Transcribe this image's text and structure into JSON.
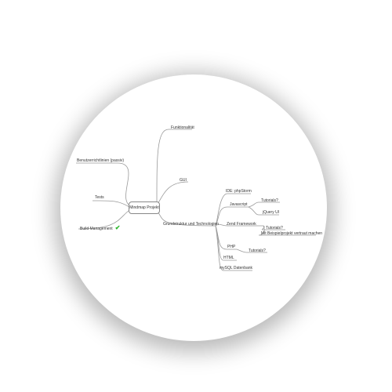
{
  "mindmap": {
    "root": "Mindmap Projekt",
    "nodes": {
      "funktionalitat": "Funktionalität",
      "benutzerrichtlinien": "Benutzerrichtlinien (passiv)",
      "gui": "GUI",
      "tests": "Tests",
      "grundstruktur": "Grundstruktur und Technologien",
      "build_management": "Build Management",
      "ide": "IDE: phpStorm",
      "javascript": "Javascript",
      "js_tutorials": "Tutorials?",
      "jquery_ui": "jQuery UI",
      "zend_framework": "Zend Framework",
      "zend_tutorials": "Tutorials?",
      "beispielprojekt": "Mit Beispielprojekt vertraut machen",
      "php": "PHP",
      "php_tutorials": "Tutorials?",
      "html": "HTML",
      "mysql": "mySQL Datenbank"
    },
    "build_status_icon": "checkmark-icon",
    "colors": {
      "line": "#999999",
      "check": "#2db82d"
    }
  }
}
